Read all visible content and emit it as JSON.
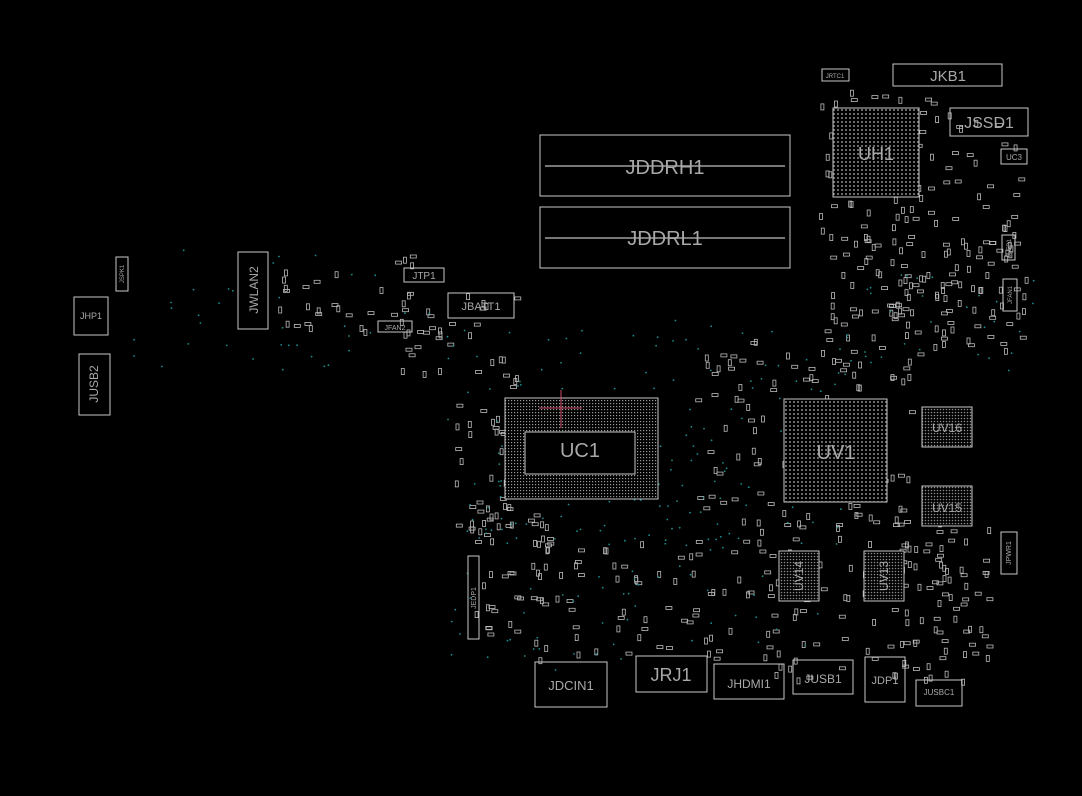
{
  "theme": {
    "background": "#000000",
    "outline": "#c8c8c8",
    "label": "#a8a8a8",
    "dots": "#1f8c8c",
    "crosshair": "#d04a66"
  },
  "components": {
    "jddrh1": "JDDRH1",
    "jddrl1": "JDDRL1",
    "uh1": "UH1",
    "jkb1": "JKB1",
    "jrtc1": "JRTC1",
    "jssd1": "JSSD1",
    "uc3": "UC3",
    "jled1": "JLED1",
    "jfan1": "JFAN1",
    "jspk1": "JSPK1",
    "jhp1": "JHP1",
    "jusb2": "JUSB2",
    "jwlan2": "JWLAN2",
    "jtp1": "JTP1",
    "jfan2": "JFAN2",
    "jbatt1": "JBATT1",
    "uc1": "UC1",
    "uv1": "UV1",
    "uv16": "UV16",
    "uv15": "UV15",
    "uv14": "UV14",
    "uv13": "UV13",
    "jpwr1": "JPWR1",
    "jedp1": "JEDP1",
    "jdcin1": "JDCIN1",
    "jrj1": "JRJ1",
    "jhdmi1": "JHDMI1",
    "jusb1": "JUSB1",
    "jdp1": "JDP1",
    "jusbc1": "JUSBC1"
  }
}
